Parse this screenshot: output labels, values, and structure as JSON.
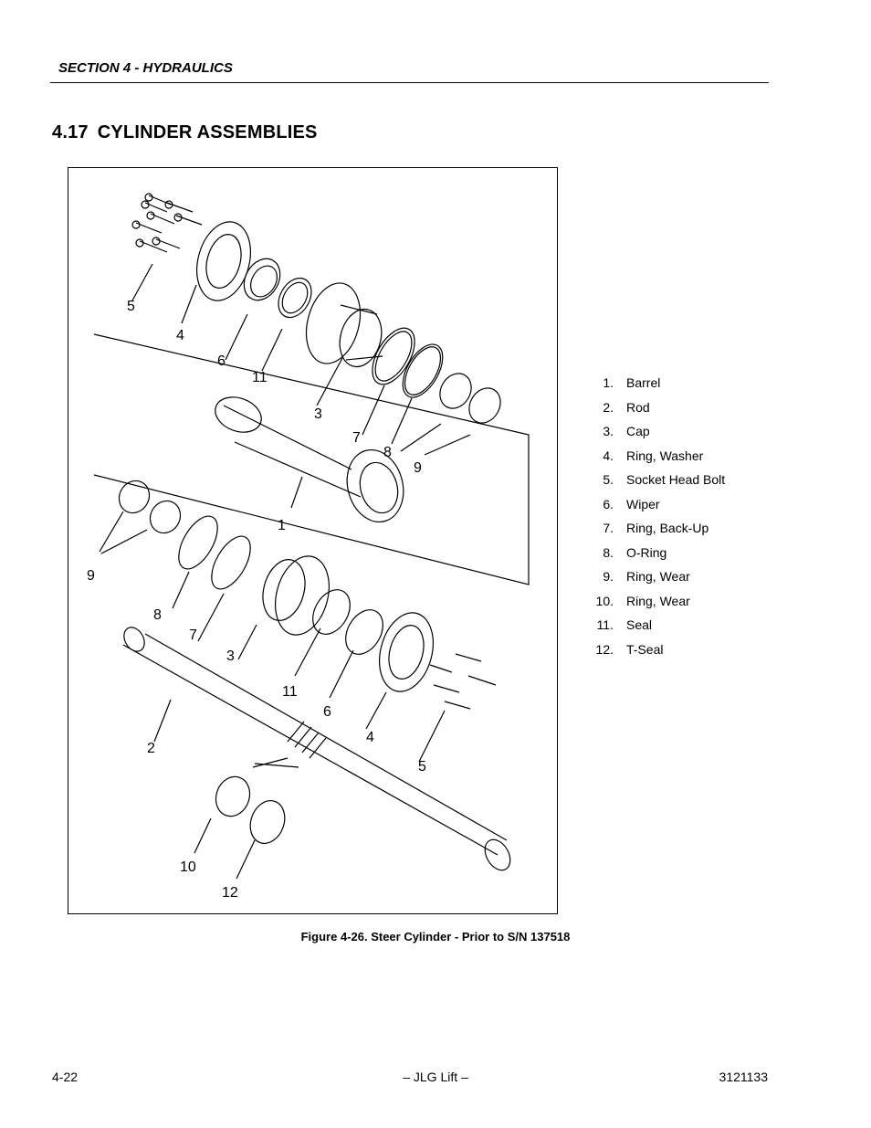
{
  "header": {
    "section": "SECTION 4 - HYDRAULICS"
  },
  "title": {
    "number": "4.17",
    "text": "CYLINDER ASSEMBLIES"
  },
  "figure": {
    "callouts": [
      "5",
      "4",
      "6",
      "11",
      "3",
      "7",
      "8",
      "9",
      "1",
      "9",
      "8",
      "7",
      "3",
      "11",
      "6",
      "4",
      "5",
      "2",
      "10",
      "12"
    ],
    "caption": "Figure 4-26.  Steer Cylinder - Prior to S/N 137518"
  },
  "legend": [
    {
      "num": "1.",
      "label": "Barrel"
    },
    {
      "num": "2.",
      "label": "Rod"
    },
    {
      "num": "3.",
      "label": "Cap"
    },
    {
      "num": "4.",
      "label": "Ring, Washer"
    },
    {
      "num": "5.",
      "label": "Socket Head Bolt"
    },
    {
      "num": "6.",
      "label": "Wiper"
    },
    {
      "num": "7.",
      "label": "Ring, Back-Up"
    },
    {
      "num": "8.",
      "label": "O-Ring"
    },
    {
      "num": "9.",
      "label": "Ring, Wear"
    },
    {
      "num": "10.",
      "label": "Ring, Wear"
    },
    {
      "num": "11.",
      "label": "Seal"
    },
    {
      "num": "12.",
      "label": "T-Seal"
    }
  ],
  "footer": {
    "page": "4-22",
    "center": "– JLG Lift –",
    "doc_number": "3121133"
  }
}
